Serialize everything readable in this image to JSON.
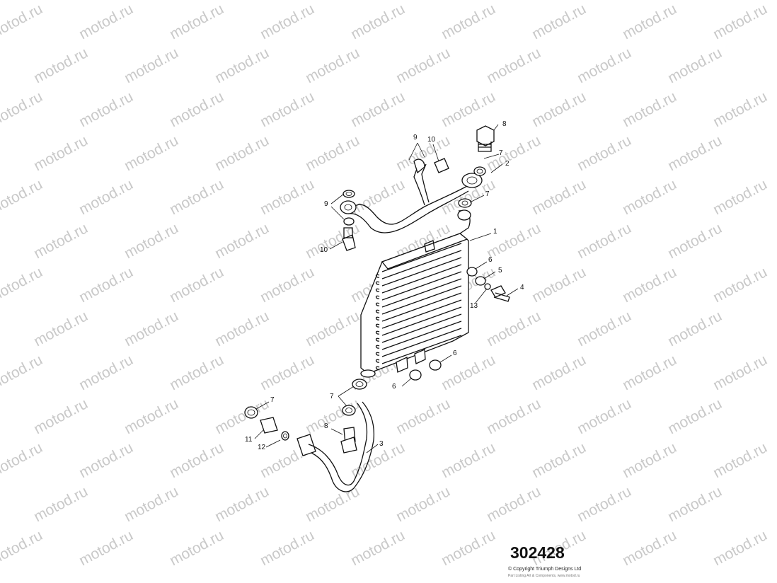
{
  "watermark": "motod.ru",
  "diagram_number": "302428",
  "copyright": "© Copyright Triumph Designs Ltd",
  "copyright_sub": "Part Listing Art & Components, www.motod.ru",
  "callouts": {
    "c1": "1",
    "c2": "2",
    "c3": "3",
    "c4": "4",
    "c5": "5",
    "c6a": "6",
    "c6b": "6",
    "c6c": "6",
    "c7a": "7",
    "c7b": "7",
    "c7c": "7",
    "c7d": "7",
    "c8a": "8",
    "c8b": "8",
    "c9a": "9",
    "c9b": "9",
    "c10a": "10",
    "c10b": "10",
    "c11": "11",
    "c12": "12",
    "c13": "13"
  }
}
